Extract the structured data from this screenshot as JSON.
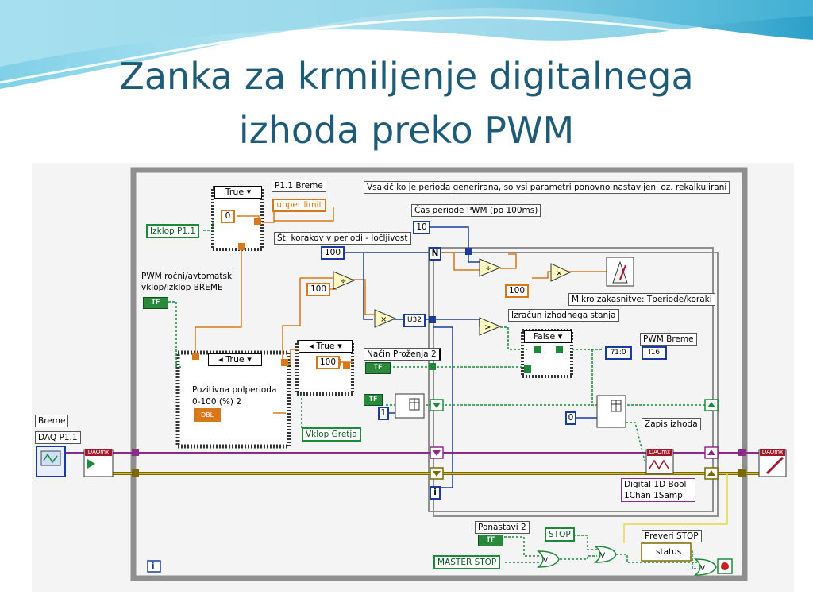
{
  "slide": {
    "title_line1": "Zanka za krmiljenje digitalnega",
    "title_line2": "izhoda preko PWM"
  },
  "diagram": {
    "labels": {
      "p11_breme": "P1.1 Breme",
      "upper_limit": "upper limit",
      "izklop_p11": "Izklop  P1.1",
      "pwm_rocni_1": "PWM ročni/avtomatski",
      "pwm_rocni_2": "vklop/izklop BREME",
      "st_korakov": "Št. korakov v periodi - ločljivost",
      "vsakic": "Vsakič ko je perioda generirana, so vsi parametri ponovno nastavljeni oz. rekalkulirani",
      "cas_periode": "Čas periode PWM (po 100ms)",
      "mikro_zakasnitve": "Mikro zakasnitve: Tperiode/koraki",
      "izracun": "Izračun izhodnega stanja",
      "nacin_prozenja": "Način Proženja 2",
      "pozitivna_1": "Pozitivna polperioda",
      "pozitivna_2": "0-100 (%) 2",
      "vklop_gretja": "Vklop Gretja",
      "pwm_breme": "PWM Breme",
      "zapis_izhoda": "Zapis izhoda",
      "breme": "Breme",
      "daq_p11": "DAQ P1.1",
      "digital_1": "Digital 1D Bool",
      "digital_2": "1Chan 1Samp",
      "ponastavi": "Ponastavi 2",
      "stop": "STOP",
      "master_stop": "MASTER STOP",
      "preveri_stop": "Preveri STOP",
      "status": "status"
    },
    "constants": {
      "zero_top": "0",
      "hundred_a": "100",
      "hundred_b": "100",
      "hundred_c": "100",
      "hundred_d": "100",
      "ten": "10",
      "one": "1",
      "zero_b": "0",
      "u32": "U32",
      "i16": "I16",
      "dbl": "DBL",
      "qmark": "?1:0",
      "n": "N",
      "i_loop": "i",
      "i_outer": "i",
      "tf": "TF",
      "daqmx": "DAQmx"
    },
    "selectors": {
      "true_top": "True",
      "true_mid": "True",
      "true_right": "True",
      "false_case": "False"
    }
  }
}
